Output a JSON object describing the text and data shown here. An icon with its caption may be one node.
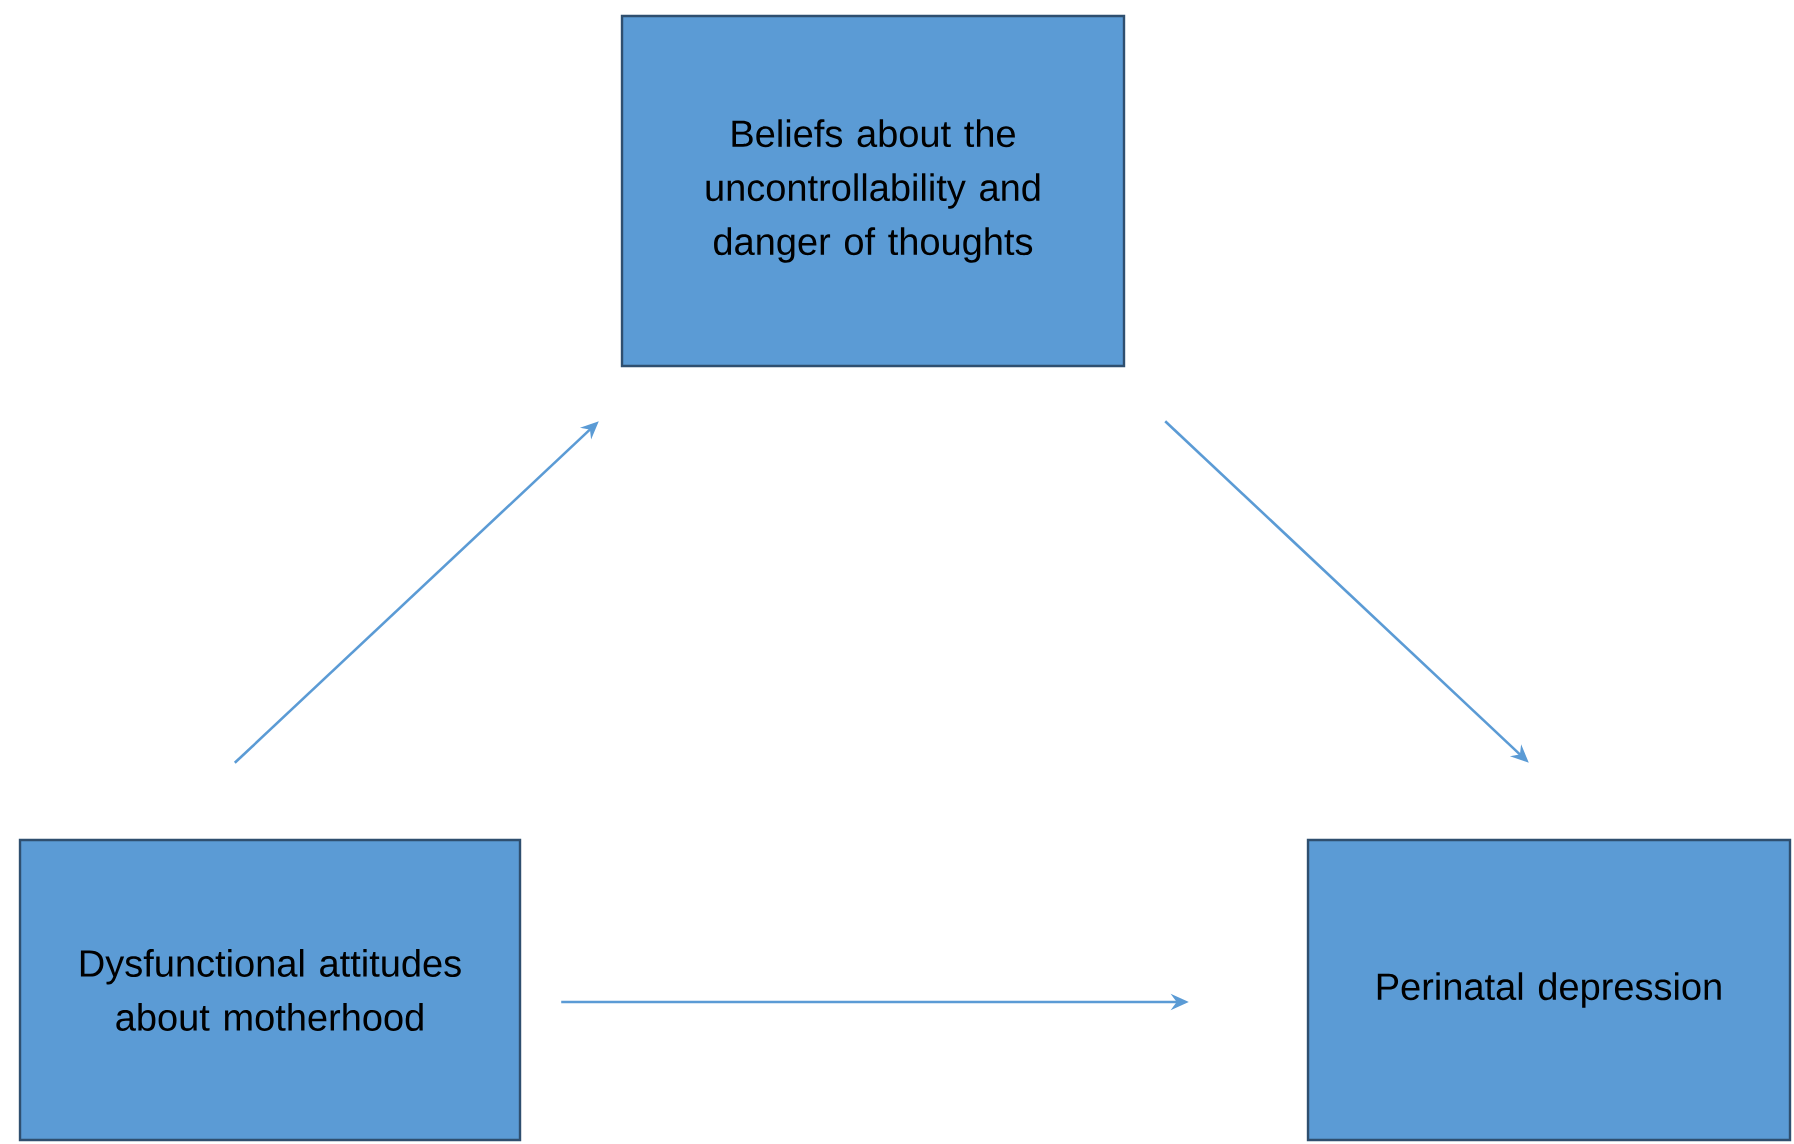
{
  "diagram": {
    "nodes": [
      {
        "text": [
          "Beliefs about the uncontrollability and danger of thoughts"
        ]
      },
      {
        "text": [
          "Dysfunctional attitudes about motherhood"
        ]
      },
      {
        "text": [
          "Perinatal depression"
        ]
      }
    ],
    "edges": [
      {
        "from": 1,
        "to": 0,
        "arrow": "to"
      },
      {
        "from": 0,
        "to": 2,
        "arrow": "to"
      },
      {
        "from": 1,
        "to": 2,
        "arrow": "to"
      }
    ]
  }
}
